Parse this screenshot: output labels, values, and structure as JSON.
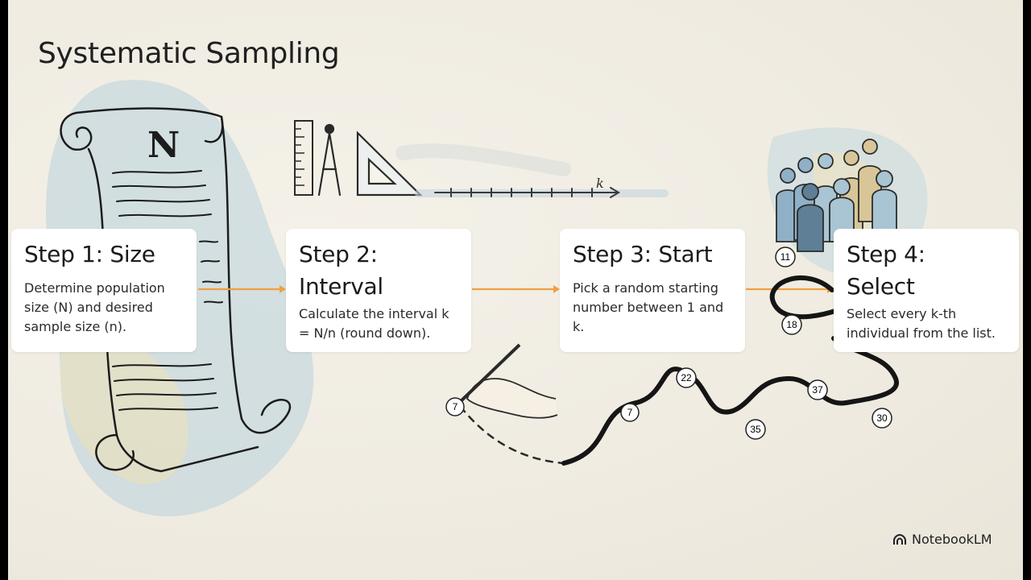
{
  "title": "Systematic Sampling",
  "steps": [
    {
      "heading": "Step 1: Size",
      "text": "Determine population size (N) and desired sample size (n)."
    },
    {
      "heading": "Step 2: Interval",
      "text": "Calculate the interval k = N/n (round down)."
    },
    {
      "heading": "Step 3: Start",
      "text": "Pick a random starting number between 1 and k."
    },
    {
      "heading": "Step 4: Select",
      "text": "Select every k-th individual from the list."
    }
  ],
  "illustration": {
    "scroll_letter": "N",
    "ruler_label": "k",
    "path_numbers": [
      "7",
      "7",
      "22",
      "35",
      "37",
      "30",
      "18",
      "11"
    ]
  },
  "colors": {
    "arrow": "#f0a043",
    "background": "#f1eee5",
    "card": "#ffffff",
    "ink": "#1b1b1b"
  },
  "icons": [
    "scroll-icon",
    "ruler-icon",
    "compass-icon",
    "set-square-icon",
    "hand-pencil-icon",
    "people-group-icon",
    "notebooklm-logo-icon"
  ],
  "brand": "NotebookLM"
}
